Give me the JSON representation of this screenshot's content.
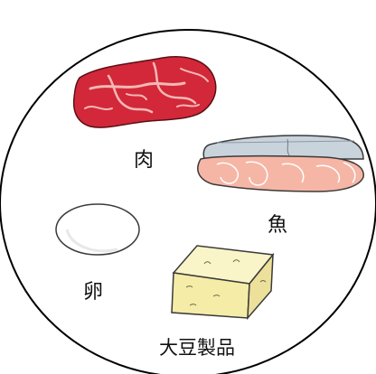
{
  "diagram": {
    "items": [
      {
        "id": "meat",
        "label": "肉",
        "icon": "steak-icon"
      },
      {
        "id": "fish",
        "label": "魚",
        "icon": "salmon-fillet-icon"
      },
      {
        "id": "egg",
        "label": "卵",
        "icon": "egg-icon"
      },
      {
        "id": "tofu",
        "label": "大豆製品",
        "icon": "tofu-block-icon"
      }
    ],
    "colors": {
      "circle_stroke": "#000000",
      "meat_red": "#d3283a",
      "meat_marbling": "#f3b9b4",
      "fish_flesh": "#f6b6a6",
      "fish_skin": "#c9d3db",
      "egg_fill": "#ffffff",
      "tofu_fill": "#f7f0b8",
      "outline": "#2a2a2a"
    }
  }
}
